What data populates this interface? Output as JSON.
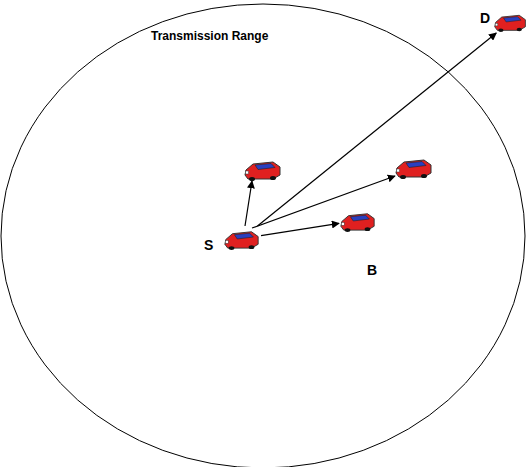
{
  "diagram": {
    "nodes": [
      {
        "text": [
          "S"
        ]
      },
      {
        "text": [
          "B"
        ]
      },
      {
        "text": [
          "D"
        ]
      }
    ],
    "edges": [
      {
        "from": 0,
        "to": 1,
        "arrow": "to"
      },
      {
        "from": 0,
        "to": 2,
        "arrow": "to"
      }
    ],
    "labels": [
      "Transmission Range"
    ]
  }
}
